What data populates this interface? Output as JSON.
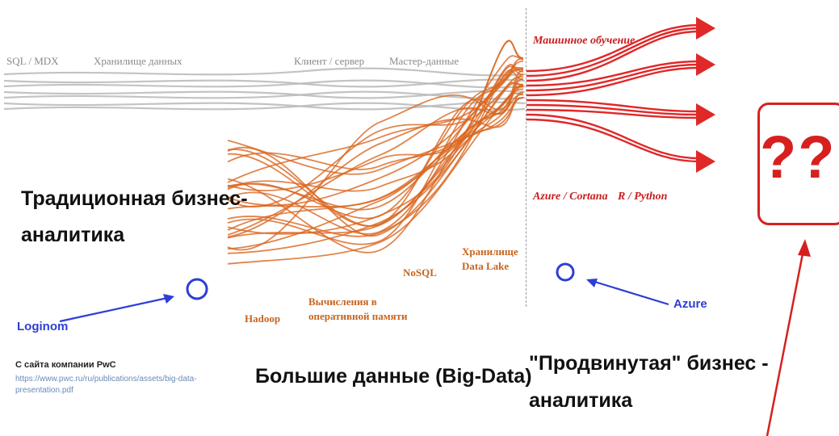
{
  "top_labels": {
    "sql": "SQL / MDX",
    "warehouse": "Хранилище данных",
    "client_server": "Клиент / сервер",
    "master_data": "Мастер-данные"
  },
  "orange_labels": {
    "hadoop": "Hadoop",
    "in_memory_1": "Вычисления в",
    "in_memory_2": "оперативной памяти",
    "nosql": "NoSQL",
    "datalake_1": "Хранилище",
    "datalake_2": "Data Lake"
  },
  "red_labels": {
    "ml": "Машинное обучение",
    "azure_cortana": "Azure / Cortana",
    "r_python": "R / Python"
  },
  "headings": {
    "traditional_1": "Традиционная бизнес-",
    "traditional_2": "аналитика",
    "bigdata": "Большие данные (Big-Data)",
    "advanced_1": "\"Продвинутая\" бизнес -",
    "advanced_2": "аналитика"
  },
  "annotations": {
    "loginom": "Loginom",
    "azure": "Azure",
    "question": "???"
  },
  "source": {
    "caption": "С сайта компании PwC",
    "url_1": "https://www.pwc.ru/ru/publications/assets/big-data-",
    "url_2": "presentation.pdf"
  },
  "colors": {
    "grey_lines": "#b8b8b8",
    "orange_lines": "#d9661f",
    "red_lines": "#e02828",
    "annotation_blue": "#2d3ed6",
    "question_red": "#d62020"
  }
}
